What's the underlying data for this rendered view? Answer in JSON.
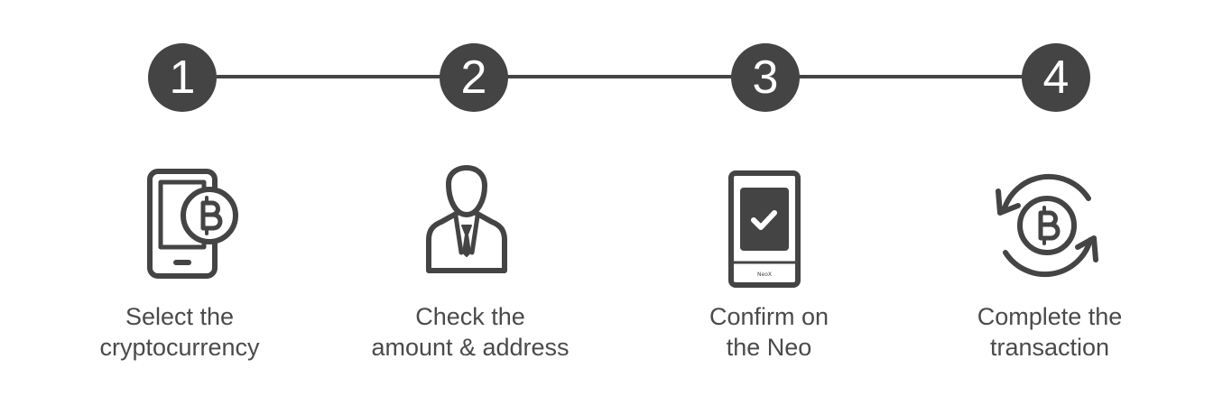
{
  "colors": {
    "primary": "#444444",
    "background": "#ffffff",
    "badge_text": "#ffffff"
  },
  "steps": [
    {
      "number": "1",
      "icon": "phone-bitcoin-icon",
      "label_line1": "Select the",
      "label_line2": "cryptocurrency"
    },
    {
      "number": "2",
      "icon": "person-icon",
      "label_line1": "Check the",
      "label_line2": "amount & address"
    },
    {
      "number": "3",
      "icon": "device-check-icon",
      "device_brand": "NeoX",
      "label_line1": "Confirm on",
      "label_line2": "the Neo"
    },
    {
      "number": "4",
      "icon": "bitcoin-exchange-icon",
      "label_line1": "Complete the",
      "label_line2": "transaction"
    }
  ]
}
